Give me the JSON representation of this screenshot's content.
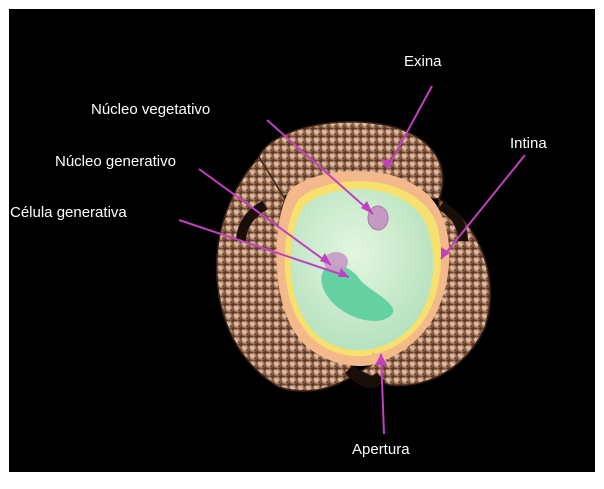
{
  "labels": {
    "exina": "Exina",
    "nucleo_vegetativo": "Núcleo vegetativo",
    "intina": "Intina",
    "nucleo_generativo": "Núcleo generativo",
    "celula_generativa": "Célula generativa",
    "apertura": "Apertura"
  },
  "colors": {
    "background": "#000000",
    "pointer": "#c040c0",
    "exine": "#8a5a3c",
    "intine": "#f2e27a",
    "cytoplasm": "#cdeccd",
    "vegetative_nucleus": "#c79ac4",
    "generative_nucleus": "#c79ac4",
    "generative_cell": "#5fd0a0"
  }
}
